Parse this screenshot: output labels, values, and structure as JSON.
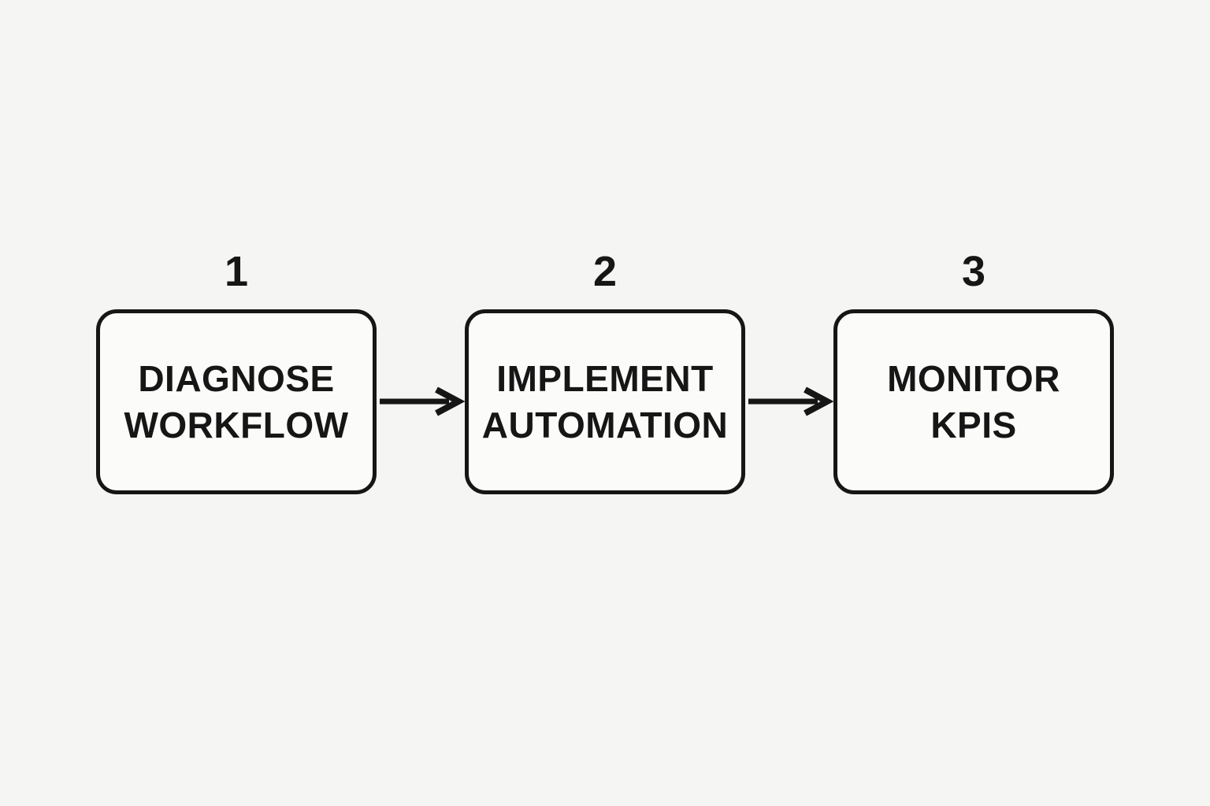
{
  "diagram": {
    "type": "flowchart-horizontal",
    "steps": [
      {
        "number": "1",
        "lines": [
          "DIAGNOSE",
          "WORKFLOW"
        ]
      },
      {
        "number": "2",
        "lines": [
          "IMPLEMENT",
          "AUTOMATION"
        ]
      },
      {
        "number": "3",
        "lines": [
          "MONITOR",
          "KPIS"
        ]
      }
    ],
    "connectors": [
      {
        "from": "1",
        "to": "2",
        "style": "arrow-right"
      },
      {
        "from": "2",
        "to": "3",
        "style": "arrow-right"
      }
    ],
    "colors": {
      "background": "#f5f5f3",
      "box_fill": "#fbfbf9",
      "stroke": "#161616"
    }
  }
}
